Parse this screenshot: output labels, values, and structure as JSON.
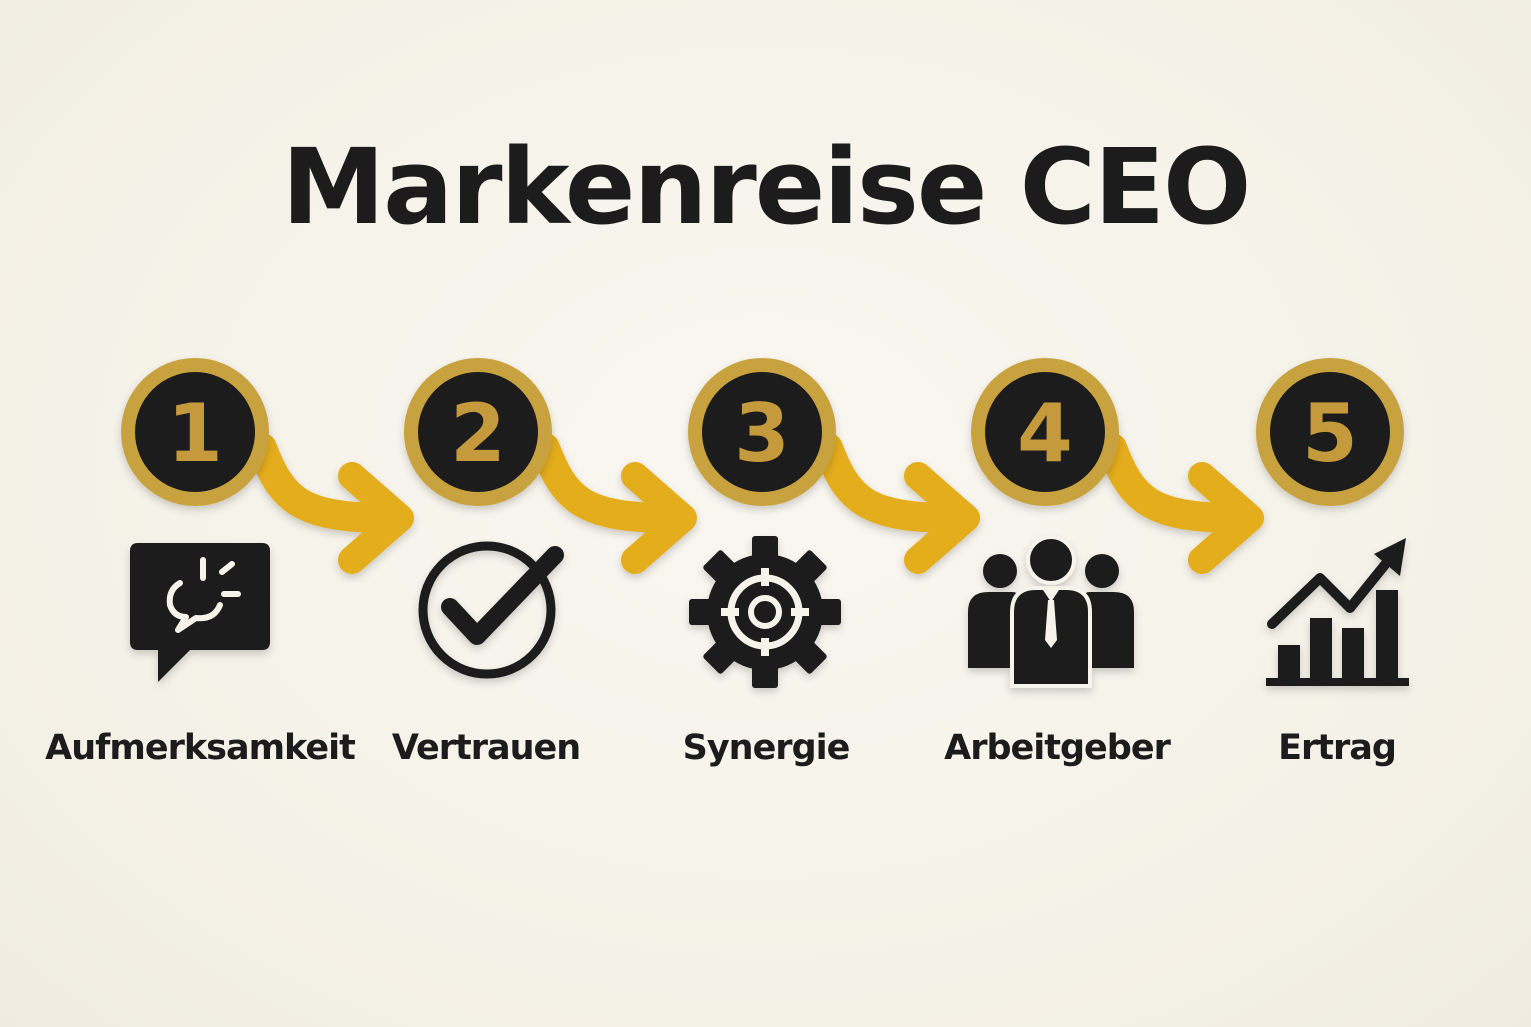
{
  "title": "Markenreise CEO",
  "colors": {
    "gold_ring": "#c9a23f",
    "gold_arrow": "#e4ad1c",
    "circle_fill": "#1d1d1d",
    "number_gold": "#c59a3c",
    "icon": "#1c1c1c",
    "background": "#f6f3ea"
  },
  "steps": [
    {
      "number": "1",
      "label": "Aufmerksamkeit",
      "icon": "speech-bubble-idea-icon"
    },
    {
      "number": "2",
      "label": "Vertrauen",
      "icon": "check-circle-icon"
    },
    {
      "number": "3",
      "label": "Synergie",
      "icon": "gear-target-icon"
    },
    {
      "number": "4",
      "label": "Arbeitgeber",
      "icon": "team-people-icon"
    },
    {
      "number": "5",
      "label": "Ertrag",
      "icon": "growth-chart-icon"
    }
  ]
}
